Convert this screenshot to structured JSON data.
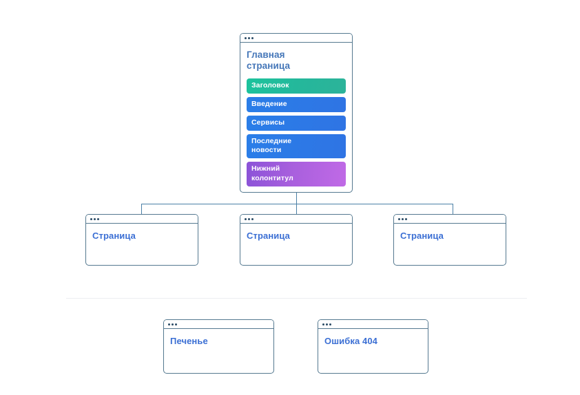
{
  "diagram": {
    "type": "sitemap-tree",
    "background": "#ffffff",
    "colors": {
      "card_border": "#54788f",
      "connector": "#4a7fa6",
      "card_title": "#3b6fd4",
      "root_title": "#4476b8",
      "section_header": "#1cc39d",
      "section_blue": "#2a7ee8",
      "section_footer": "#a85fdd",
      "divider": "#eceef1"
    },
    "root": {
      "title": "Главная\nстраница",
      "window_dots": 3,
      "sections": [
        {
          "label": "Заголовок",
          "style": "header"
        },
        {
          "label": "Введение",
          "style": "blue"
        },
        {
          "label": "Сервисы",
          "style": "blue"
        },
        {
          "label": "Последние\nновости",
          "style": "blue"
        },
        {
          "label": "Нижний\nколонтитул",
          "style": "footer"
        }
      ]
    },
    "children": [
      {
        "title": "Страница",
        "window_dots": 3
      },
      {
        "title": "Страница",
        "window_dots": 3
      },
      {
        "title": "Страница",
        "window_dots": 3
      }
    ],
    "detached": [
      {
        "title": "Печенье",
        "window_dots": 3
      },
      {
        "title": "Ошибка 404",
        "window_dots": 3
      }
    ]
  }
}
